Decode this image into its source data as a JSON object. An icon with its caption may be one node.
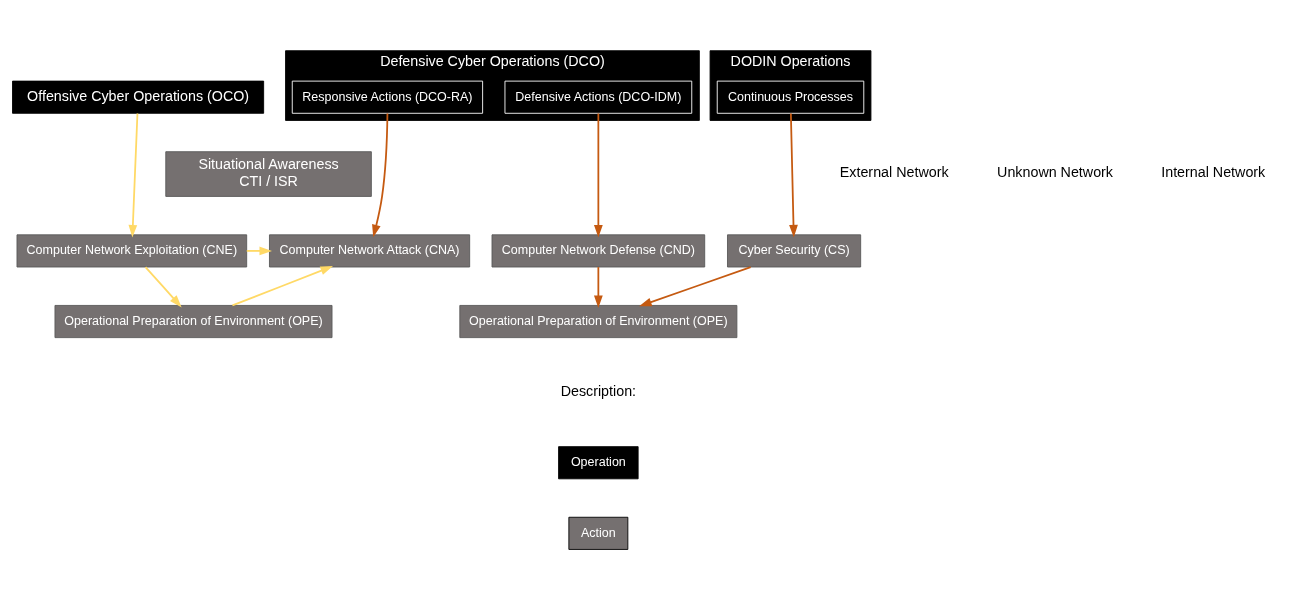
{
  "diagram": {
    "nodes": [
      {
        "text": [
          "Offensive Cyber Operations (OCO)"
        ]
      },
      {
        "text": [
          "Defensive Cyber Operations (DCO)"
        ]
      },
      {
        "text": [
          "Responsive Actions (DCO-RA)"
        ],
        "in": 1
      },
      {
        "text": [
          "Defensive Actions (DCO-IDM)"
        ],
        "in": 1
      },
      {
        "text": [
          "DODIN Operations"
        ]
      },
      {
        "text": [
          "Continuous Processes"
        ],
        "in": 4
      },
      {
        "text": [
          "Situational Awareness",
          "CTI / ISR"
        ]
      },
      {
        "text": [
          "Computer Network Exploitation (CNE)"
        ]
      },
      {
        "text": [
          "Computer Network Attack (CNA)"
        ]
      },
      {
        "text": [
          "Computer Network Defense (CND)"
        ]
      },
      {
        "text": [
          "Cyber Security (CS)"
        ]
      },
      {
        "text": [
          "Operational Preparation of Environment (OPE)"
        ]
      },
      {
        "text": [
          "Operational Preparation of Environment (OPE)"
        ]
      }
    ],
    "edges": [
      {
        "from": 0,
        "to": 7,
        "arrow": "to",
        "color": "#ffd966"
      },
      {
        "from": 2,
        "to": 8,
        "arrow": "to"
      },
      {
        "from": 3,
        "to": 9,
        "arrow": "to"
      },
      {
        "from": 5,
        "to": 10,
        "arrow": "to"
      },
      {
        "from": 7,
        "to": 8,
        "arrow": "to",
        "color": "#ffd966"
      },
      {
        "from": 7,
        "to": 11,
        "arrow": "to",
        "color": "#ffd966"
      },
      {
        "from": 11,
        "to": 8,
        "arrow": "to",
        "color": "#ffd966"
      },
      {
        "from": 9,
        "to": 12,
        "arrow": "to"
      },
      {
        "from": 10,
        "to": 12,
        "arrow": "to"
      }
    ],
    "labels": [
      "External Network",
      "Unknown Network",
      "Internal Network",
      "Description:"
    ],
    "legend": [
      {
        "text": "Operation",
        "color": "#000000"
      },
      {
        "text": "Action",
        "color": "#757070"
      }
    ]
  }
}
